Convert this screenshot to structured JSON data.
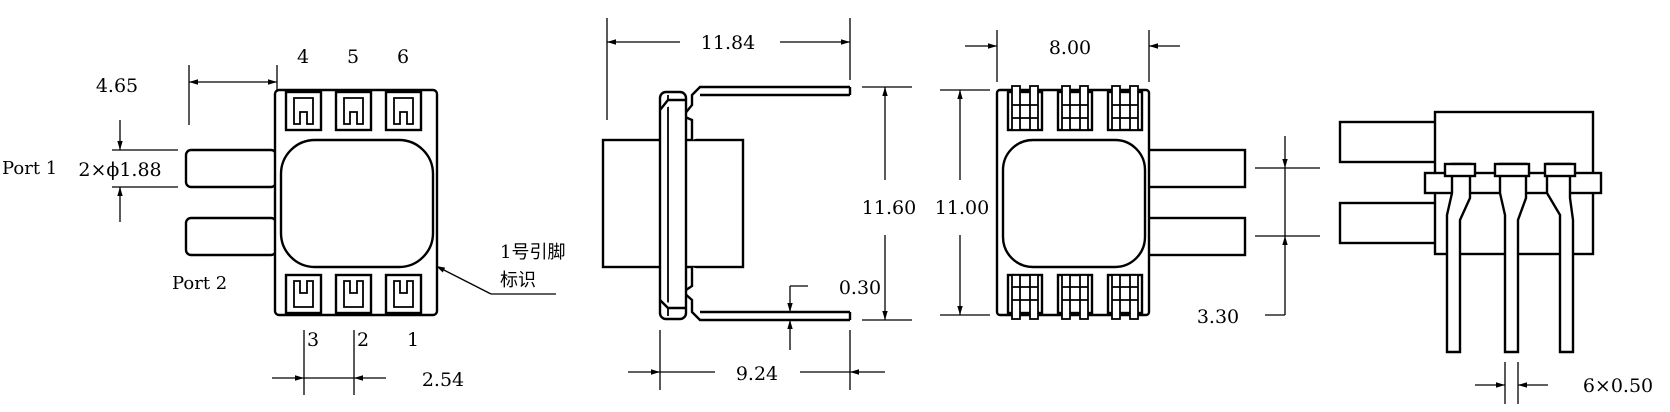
{
  "views": {
    "top_view": {
      "pin_numbers_top": [
        "4",
        "5",
        "6"
      ],
      "pin_numbers_bottom": [
        "3",
        "2",
        "1"
      ],
      "dim_edge_to_pin4": "4.65",
      "dim_port_diameter": "2×ϕ1.88",
      "dim_pin_pitch": "2.54",
      "port1_label": "Port 1",
      "port2_label": "Port 2",
      "pin1_marker_label_line1": "1号引脚",
      "pin1_marker_label_line2": "标识"
    },
    "side_view": {
      "dim_overall_length": "11.84",
      "dim_body_length": "9.24",
      "dim_lead_height": "11.60",
      "dim_lead_thickness": "0.30"
    },
    "bottom_view": {
      "dim_body_width": "8.00",
      "dim_body_height": "11.00",
      "dim_port_spacing": "3.30"
    },
    "end_view": {
      "dim_lead_width": "6×0.50"
    }
  }
}
